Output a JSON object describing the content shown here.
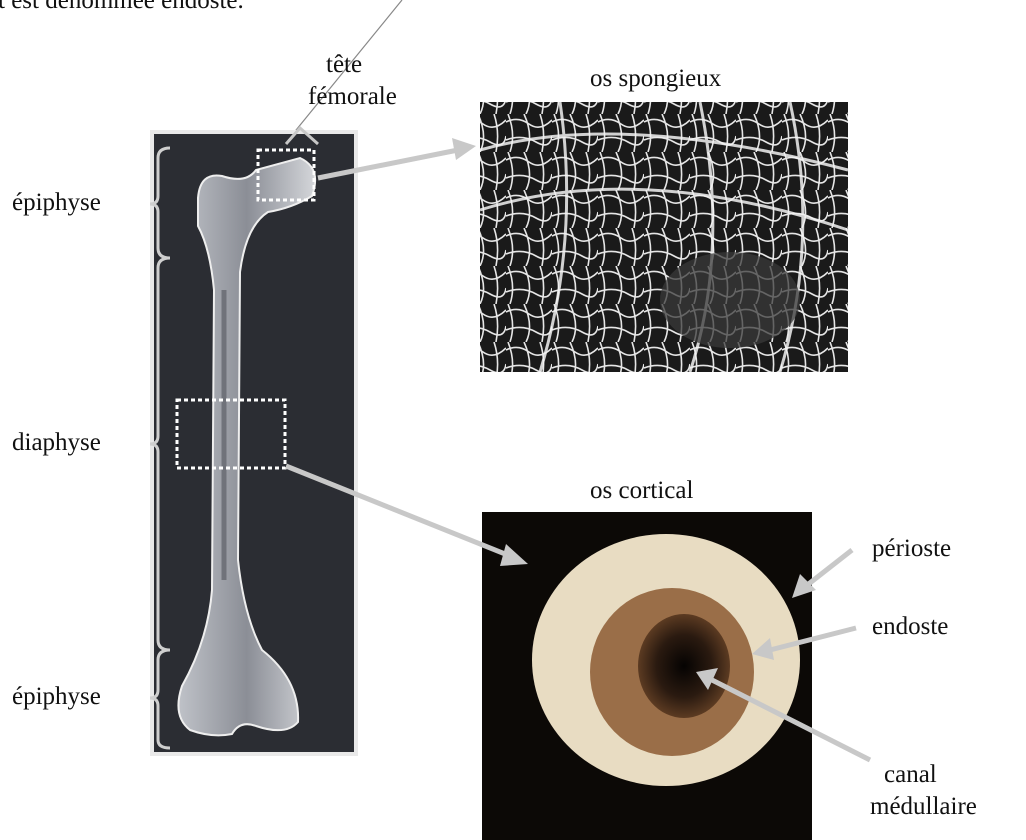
{
  "header_fragment": "t est dénommée endoste.",
  "labels": {
    "tete_line1": "tête",
    "tete_line2": "fémorale",
    "os_spongieux": "os spongieux",
    "epiphyse_top": "épiphyse",
    "diaphyse": "diaphyse",
    "epiphyse_bottom": "épiphyse",
    "os_cortical": "os cortical",
    "perioste": "périoste",
    "endoste": "endoste",
    "canal_line1": "canal",
    "canal_line2": "médullaire"
  },
  "colors": {
    "arrow": "#c8c8c8",
    "bone_panel": "#2b2d33",
    "photo_bg": "#0c0906",
    "cortical_ring": "#e8dcc2",
    "medullary_wall": "#9a6e48"
  }
}
